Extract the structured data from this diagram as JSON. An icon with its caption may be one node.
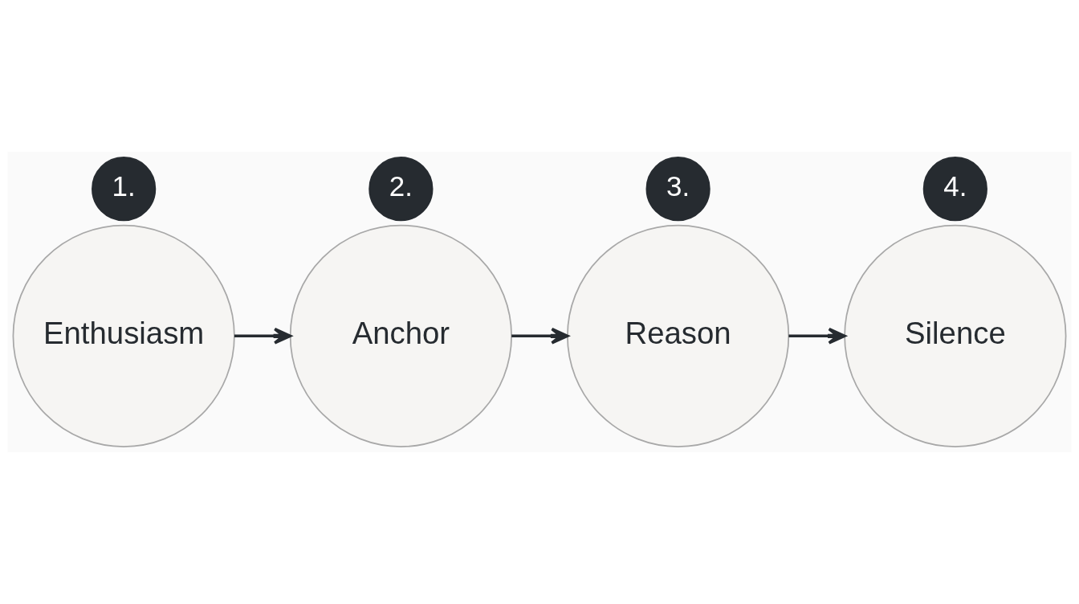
{
  "diagram": {
    "nodes": [
      {
        "text": [
          "1."
        ]
      },
      {
        "text": [
          "Enthusiasm"
        ]
      },
      {
        "text": [
          "2."
        ]
      },
      {
        "text": [
          "Anchor"
        ]
      },
      {
        "text": [
          "3."
        ]
      },
      {
        "text": [
          "Reason"
        ]
      },
      {
        "text": [
          "4."
        ]
      },
      {
        "text": [
          "Silence"
        ]
      }
    ],
    "edges": [
      {
        "from": 1,
        "to": 3,
        "arrow": "to"
      },
      {
        "from": 3,
        "to": 5,
        "arrow": "to"
      },
      {
        "from": 5,
        "to": 7,
        "arrow": "to"
      }
    ]
  }
}
